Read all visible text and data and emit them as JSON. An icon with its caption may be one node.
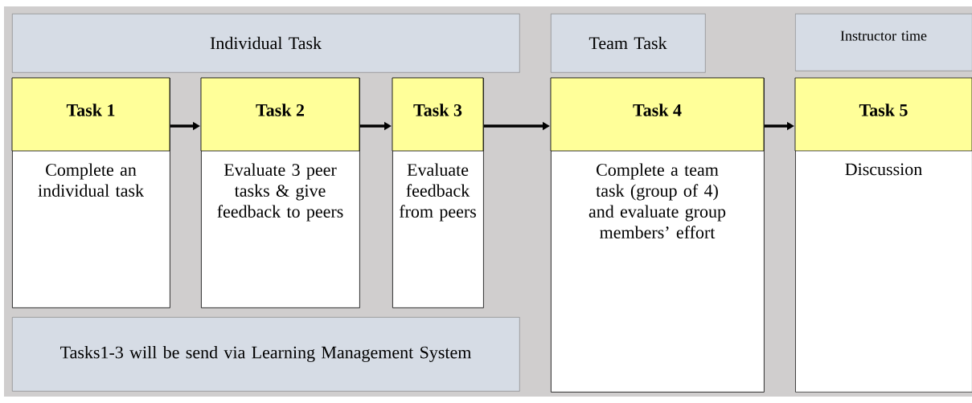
{
  "diagram": {
    "nodes": [
      {
        "text": [
          "Individual Task"
        ]
      },
      {
        "text": [
          "Team Task"
        ]
      },
      {
        "text": [
          "Instructor time"
        ]
      },
      {
        "text": [
          "Task 1",
          "Complete an individual task"
        ]
      },
      {
        "text": [
          "Task 2",
          "Evaluate 3 peer tasks & give feedback to peers"
        ]
      },
      {
        "text": [
          "Task 3",
          "Evaluate feedback from peers"
        ]
      },
      {
        "text": [
          "Task 4",
          "Complete a team task (group of 4) and evaluate group members’ effort"
        ]
      },
      {
        "text": [
          "Task 5",
          "Discussion"
        ]
      },
      {
        "text": [
          "Tasks1-3 will be send via Learning Management System"
        ]
      }
    ],
    "edges": [
      {
        "from": 3,
        "to": 4,
        "arrow": "to"
      },
      {
        "from": 4,
        "to": 5,
        "arrow": "to"
      },
      {
        "from": 5,
        "to": 6,
        "arrow": "to"
      },
      {
        "from": 6,
        "to": 7,
        "arrow": "to"
      }
    ]
  }
}
